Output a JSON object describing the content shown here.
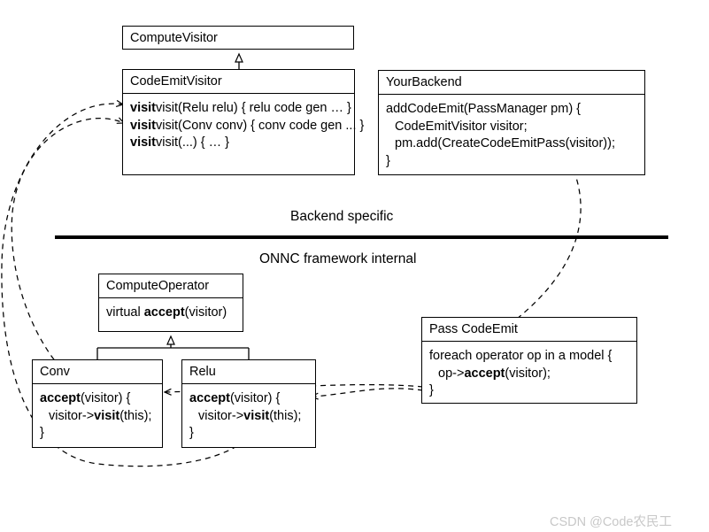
{
  "diagram": {
    "title": "ONNC Visitor pattern backend code-emit diagram",
    "bands": {
      "upper_label": "Backend specific",
      "lower_label": "ONNC framework internal"
    },
    "boxes": {
      "compute_visitor": {
        "name": "ComputeVisitor",
        "body": []
      },
      "code_emit_visitor": {
        "name": "CodeEmitVisitor",
        "body": [
          "visit(Relu relu) { relu code gen … }",
          "visit(Conv conv) { conv code gen ... }",
          "visit(...) { … }"
        ],
        "body_bold": [
          "visit",
          "visit",
          "visit"
        ]
      },
      "your_backend": {
        "name": "YourBackend",
        "body": [
          "addCodeEmit(PassManager pm) {",
          "CodeEmitVisitor visitor;",
          "pm.add(CreateCodeEmitPass(visitor));",
          "}"
        ]
      },
      "compute_operator": {
        "name": "ComputeOperator",
        "body": [
          "virtual accept(visitor)"
        ],
        "body_bold": [
          "accept"
        ]
      },
      "conv": {
        "name": "Conv",
        "body": [
          "accept(visitor) {",
          "visitor->visit(this);",
          "}"
        ]
      },
      "relu": {
        "name": "Relu",
        "body": [
          "accept(visitor) {",
          "visitor->visit(this);",
          "}"
        ]
      },
      "pass_code_emit": {
        "name": "Pass CodeEmit",
        "body": [
          "foreach operator op in a model {",
          "op->accept(visitor);",
          "}"
        ]
      }
    },
    "relations": [
      {
        "name": "codeemitvisitor-inherits-computevisitor",
        "kind": "generalization"
      },
      {
        "name": "conv-inherits-computeoperator",
        "kind": "generalization"
      },
      {
        "name": "relu-inherits-computeoperator",
        "kind": "generalization"
      },
      {
        "name": "yourbackend-creates-passcodeemit",
        "kind": "dashed-arrow"
      },
      {
        "name": "passcodeemit-calls-conv-accept",
        "kind": "dashed-arrow"
      },
      {
        "name": "passcodeemit-calls-relu-accept",
        "kind": "dashed-arrow"
      },
      {
        "name": "conv-visit-calls-visit-conv",
        "kind": "dashed-arrow"
      },
      {
        "name": "relu-visit-calls-visit-relu",
        "kind": "dashed-arrow"
      }
    ],
    "watermark": "CSDN @Code农民工",
    "colors": {
      "stroke": "#000000",
      "fill": "#ffffff",
      "watermark": "#c8c8c8"
    }
  }
}
